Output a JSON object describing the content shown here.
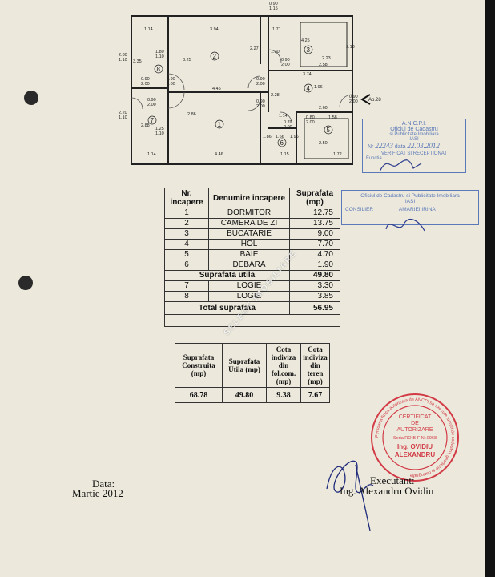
{
  "plan": {
    "dims": [
      "0.90",
      "1.15",
      "1.14",
      "3.94",
      "1.71",
      "4.25",
      "2.80",
      "1.10",
      "3.35",
      "1.80",
      "1.10",
      "3.25",
      "2.27",
      "2.23",
      "2.18",
      "1.30",
      "0.90",
      "2.00",
      "2.58",
      "3.74",
      "0.90",
      "2.00",
      "0.90",
      "2.00",
      "4.45",
      "1.96",
      "0.90",
      "2.00",
      "0.90",
      "2.00",
      "2.28",
      "2.60",
      "0.90",
      "2.00",
      "2.20",
      "1.10",
      "2.88",
      "2.86",
      "1.14",
      "0.70",
      "2.00",
      "1.58",
      "0.80",
      "2.00",
      "1.25",
      "1.10",
      "1.86",
      "1.66",
      "1.96",
      "2.50",
      "1.14",
      "4.46",
      "1.15",
      "1.72",
      "0.90",
      "2.00"
    ],
    "rooms": [
      "1",
      "2",
      "3",
      "4",
      "5",
      "6",
      "7",
      "8"
    ],
    "apt_label": "Ap.28"
  },
  "stamp_ancpi": {
    "line1": "A.N.C.P.I.",
    "line2": "Oficiul de Cadastru",
    "line3": "si Publicitate Imobiliara",
    "line4": "IASI",
    "nr_label": "Nr",
    "nr_value": "22243",
    "data_label": "data",
    "data_value": "22.03.2012",
    "verified": "VERIFICAT SI RECEPTIONAT",
    "functia": "Functia"
  },
  "stamp_oficiu": {
    "line1": "Oficiul de Cadastru si Publicitate Imobiliara",
    "line2": "IASI",
    "consilier": "CONSILIER",
    "name": "AMARIEI IRINA"
  },
  "rooms_table": {
    "headers": [
      "Nr. incapere",
      "Denumire incapere",
      "Suprafata (mp)"
    ],
    "rows": [
      [
        "1",
        "DORMITOR",
        "12.75"
      ],
      [
        "2",
        "CAMERA DE ZI",
        "13.75"
      ],
      [
        "3",
        "BUCATARIE",
        "9.00"
      ],
      [
        "4",
        "HOL",
        "7.70"
      ],
      [
        "5",
        "BAIE",
        "4.70"
      ],
      [
        "6",
        "DEBARA",
        "1.90"
      ]
    ],
    "utila_label": "Suprafata utila",
    "utila_value": "49.80",
    "rows2": [
      [
        "7",
        "LOGIE",
        "3.30"
      ],
      [
        "8",
        "LOGIE",
        "3.85"
      ]
    ],
    "total_label": "Total suprafata",
    "total_value": "56.95"
  },
  "summary_table": {
    "headers": [
      "Suprafata Construita (mp)",
      "Suprafata Utila (mp)",
      "Cota indiviza din fol.com. (mp)",
      "Cota indiviza din teren (mp)"
    ],
    "values": [
      "68.78",
      "49.80",
      "9.38",
      "7.67"
    ]
  },
  "footer": {
    "data_label": "Data:",
    "data_value": "Martie 2012",
    "executant_label": "Executant:",
    "executant_name": "Ing. Alexandru Ovidiu"
  },
  "red_stamp": {
    "ring": "Persoana fizica autorizata de ANCPI sa execute lucrari de cadastru, geodezie si cartografie",
    "title1": "CERTIFICAT",
    "title2": "DE",
    "title3": "AUTORIZARE",
    "serie": "Seria RO-B-F Nr.0968",
    "name1": "Ing. OVIDIU",
    "name2": "ALEXANDRU"
  },
  "watermark": "SELECT IMOBILIARE"
}
